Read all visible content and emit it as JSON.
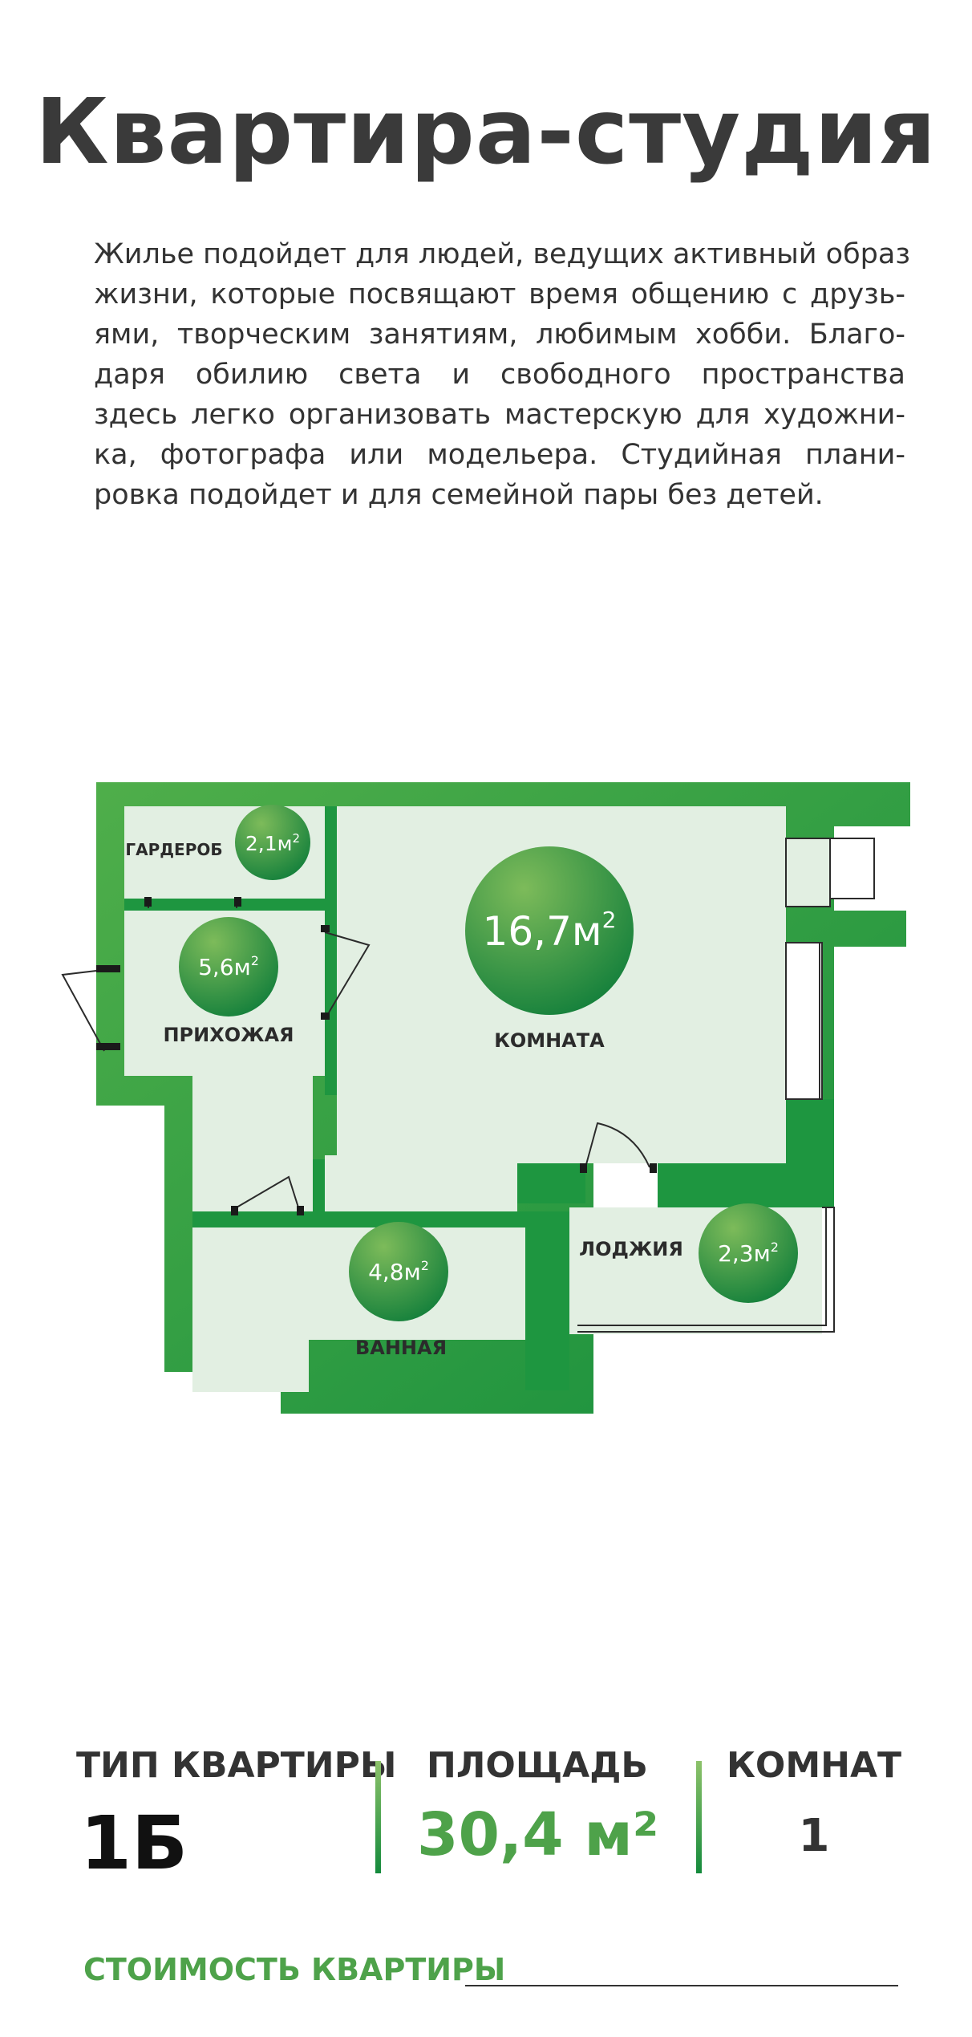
{
  "header": {
    "title": "Квартира-студия"
  },
  "description": {
    "lines": [
      "Жилье подойдет для людей, ведущих активный образ",
      "жизни, которые посвящают время общению с друзь-",
      "ями, творческим занятиям, любимым хобби. Благо-",
      "даря обилию света и свободного пространства",
      "здесь легко организовать мастерскую для художни-",
      "ка, фотографа или модельера.  Студийная плани-",
      "ровка подойдет и для семейной пары без детей."
    ]
  },
  "plan": {
    "rooms": [
      {
        "name": "ГАРДЕРОБ",
        "area": "2,1м",
        "sup": "2"
      },
      {
        "name": "КОМНАТА",
        "area": "16,7м",
        "sup": "2"
      },
      {
        "name": "ПРИХОЖАЯ",
        "area": "5,6м",
        "sup": "2"
      },
      {
        "name": "ВАННАЯ",
        "area": "4,8м",
        "sup": "2"
      },
      {
        "name": "ЛОДЖИЯ",
        "area": "2,3м",
        "sup": "2"
      }
    ],
    "colors": {
      "wall": "#1e9640",
      "floor": "#e2efe2",
      "badge_light": "#7dbb5a",
      "badge_dark": "#0f7d3a"
    }
  },
  "summary": {
    "type_label": "ТИП КВАРТИРЫ",
    "type_value": "1Б",
    "area_label": "ПЛОЩАДЬ",
    "area_value": "30,4 м²",
    "rooms_label": "КОМНАТ",
    "rooms_value": "1",
    "cost_label": "СТОИМОСТЬ КВАРТИРЫ",
    "accent_color": "#4ea24a"
  }
}
